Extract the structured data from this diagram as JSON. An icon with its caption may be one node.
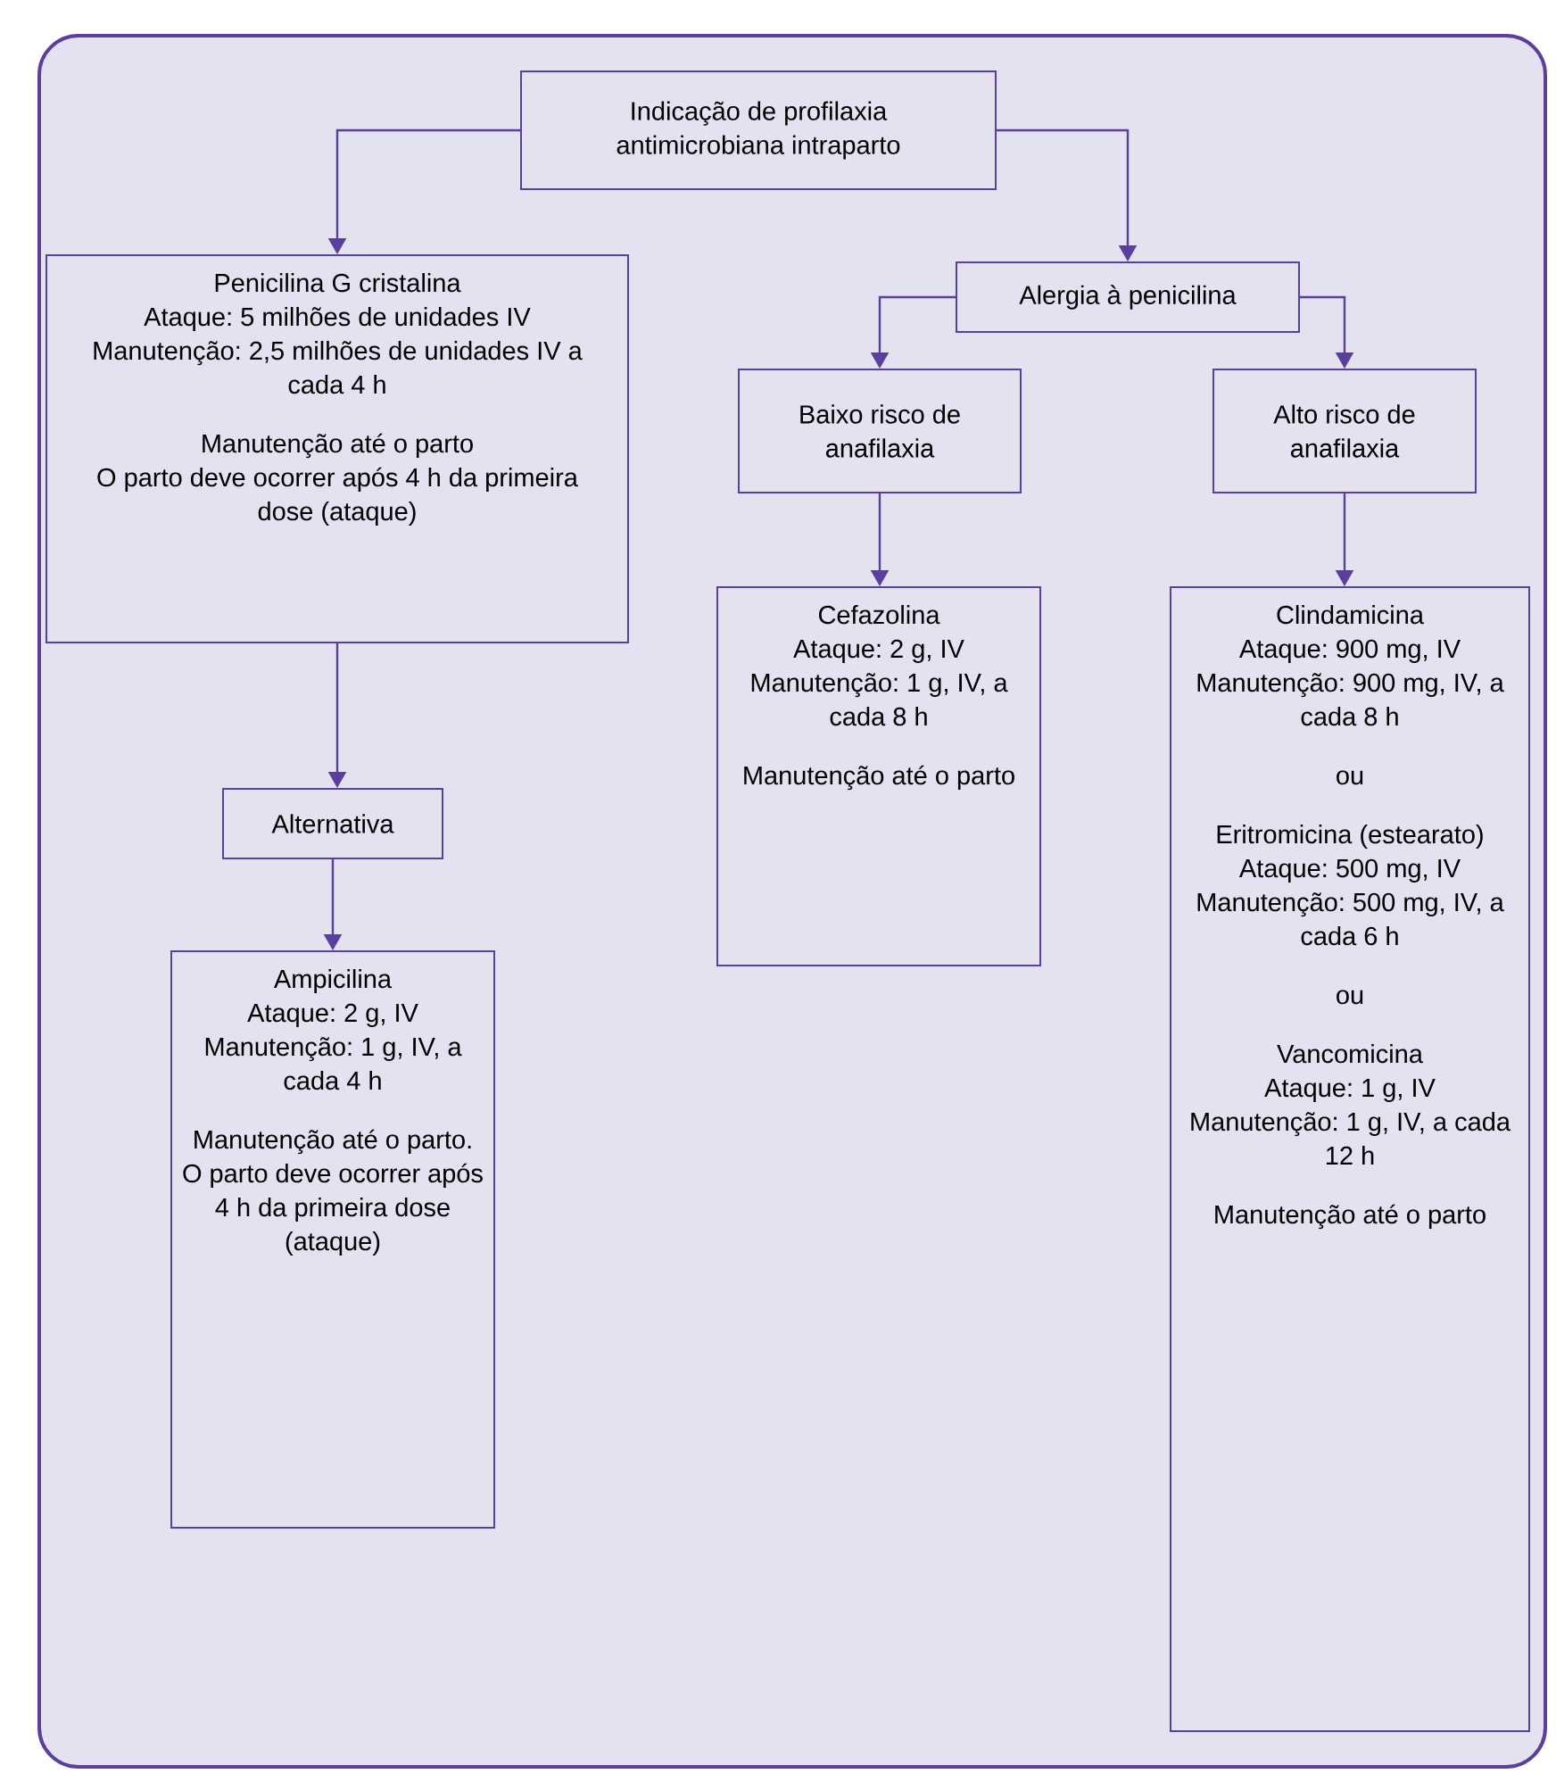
{
  "diagram": {
    "nodes": [
      {
        "text": [
          "Indicação de profilaxia antimicrobiana intraparto"
        ]
      },
      {
        "text": [
          "Penicilina G cristalina",
          "Ataque: 5 milhões de unidades IV",
          "Manutenção: 2,5 milhões de unidades IV a cada 4 h",
          "Manutenção até o parto",
          "O parto deve ocorrer após 4 h da primeira dose (ataque)"
        ]
      },
      {
        "text": [
          "Alergia à penicilina"
        ]
      },
      {
        "text": [
          "Baixo risco de anafilaxia"
        ]
      },
      {
        "text": [
          "Alto risco de anafilaxia"
        ]
      },
      {
        "text": [
          "Cefazolina",
          "Ataque: 2 g, IV",
          "Manutenção: 1 g, IV, a cada 8 h",
          "Manutenção até o parto"
        ]
      },
      {
        "text": [
          "Clindamicina",
          "Ataque: 900 mg, IV",
          "Manutenção: 900 mg, IV, a cada 8 h",
          "ou",
          "Eritromicina (estearato)",
          "Ataque: 500 mg, IV",
          "Manutenção: 500 mg, IV, a cada 6 h",
          "ou",
          "Vancomicina",
          "Ataque: 1 g, IV",
          "Manutenção: 1 g, IV, a cada 12 h",
          "Manutenção até o parto"
        ]
      },
      {
        "text": [
          "Alternativa"
        ]
      },
      {
        "text": [
          "Ampicilina",
          "Ataque: 2 g, IV",
          "Manutenção: 1 g, IV, a cada 4 h",
          "Manutenção até o parto.",
          "O parto deve ocorrer após 4 h da primeira dose (ataque)"
        ]
      }
    ],
    "edges": [
      {
        "from": 0,
        "to": 1,
        "arrow": "to"
      },
      {
        "from": 0,
        "to": 2,
        "arrow": "to"
      },
      {
        "from": 2,
        "to": 3,
        "arrow": "to"
      },
      {
        "from": 2,
        "to": 4,
        "arrow": "to"
      },
      {
        "from": 3,
        "to": 5,
        "arrow": "to"
      },
      {
        "from": 4,
        "to": 6,
        "arrow": "to"
      },
      {
        "from": 1,
        "to": 7,
        "arrow": "to"
      },
      {
        "from": 7,
        "to": 8,
        "arrow": "to"
      }
    ]
  }
}
